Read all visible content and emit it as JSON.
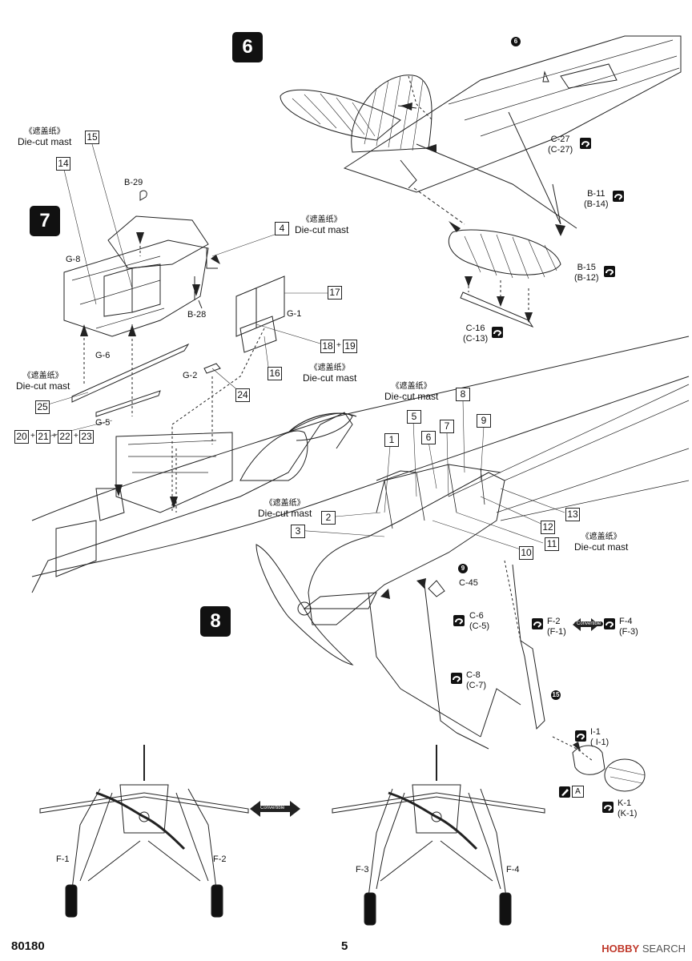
{
  "steps": {
    "s6": "6",
    "s7": "7",
    "s8": "8"
  },
  "note_cn": "《遮盖纸》",
  "note_en": "Die-cut mast",
  "parts": {
    "b29": "B-29",
    "g8": "G-8",
    "b28": "B-28",
    "g1": "G-1",
    "g6": "G-6",
    "g2": "G-2",
    "g5": "G-5",
    "c27": "C-27",
    "c27p": "(C-27)",
    "b11": "B-11",
    "b14p": "(B-14)",
    "b15": "B-15",
    "b12p": "(B-12)",
    "c16": "C-16",
    "c13p": "(C-13)",
    "c45": "C-45",
    "c6": "C-6",
    "c5p": "(C-5)",
    "c8": "C-8",
    "c7p": "(C-7)",
    "f2": "F-2",
    "f1p": "(F-1)",
    "f4": "F-4",
    "f3p": "(F-3)",
    "i1": "I-1",
    "i1p": "( I-1)",
    "k1": "K-1",
    "k1p": "(K-1)",
    "f1": "F-1",
    "f2b": "F-2",
    "f3": "F-3",
    "f4b": "F-4",
    "letter_a": "A"
  },
  "masks": {
    "m1": "1",
    "m2": "2",
    "m3": "3",
    "m4": "4",
    "m5": "5",
    "m6": "6",
    "m7": "7",
    "m8": "8",
    "m9": "9",
    "m10": "10",
    "m11": "11",
    "m12": "12",
    "m13": "13",
    "m14": "14",
    "m15": "15",
    "m16": "16",
    "m17": "17",
    "m18": "18",
    "m19": "19",
    "m20": "20",
    "m21": "21",
    "m22": "22",
    "m23": "23",
    "m24": "24",
    "m25": "25"
  },
  "callouts": {
    "c6": "6",
    "c9": "9",
    "c15": "15"
  },
  "plus": "+",
  "convertible": "Convertible",
  "footer": {
    "code": "80180",
    "page": "5"
  },
  "brand": {
    "logo": "HOBBY",
    "suffix": "SEARCH"
  }
}
